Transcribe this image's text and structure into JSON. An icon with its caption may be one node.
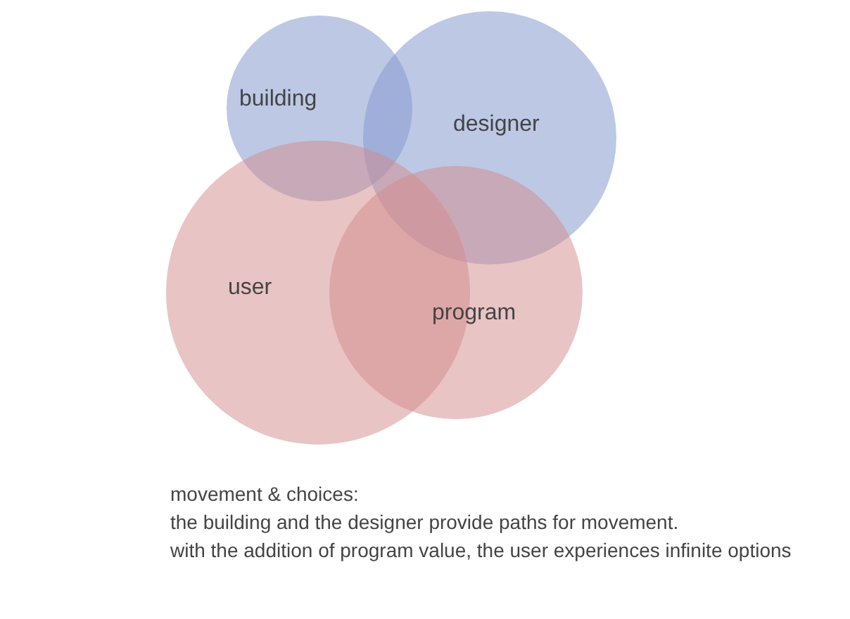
{
  "diagram": {
    "nodes": [
      {
        "text": [
          "building"
        ]
      },
      {
        "text": [
          "designer"
        ]
      },
      {
        "text": [
          "user"
        ]
      },
      {
        "text": [
          "program"
        ]
      }
    ],
    "labels": [
      "movement & choices:",
      "the building and the designer provide paths for movement.",
      "with the addition of program value, the user experiences infinite options"
    ]
  }
}
